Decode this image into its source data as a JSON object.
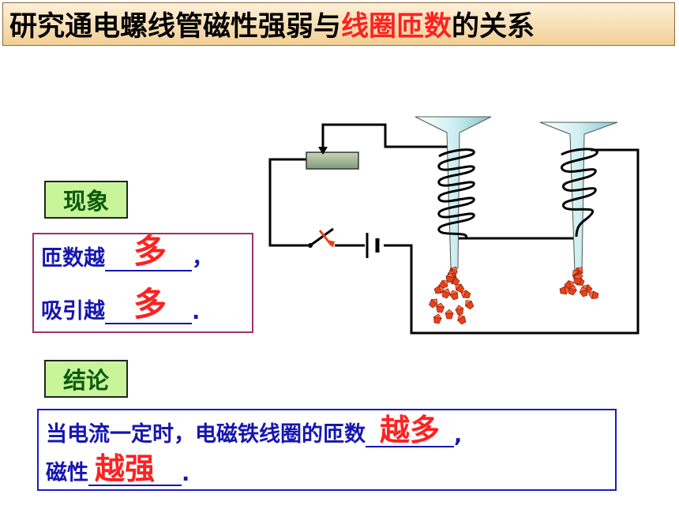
{
  "title": {
    "part1": "研究通电螺线管磁性强弱与",
    "highlight": "线圈匝数",
    "part2": "的关系"
  },
  "phenomenon": {
    "tag": "现象",
    "line1_prefix": "匝数越",
    "line1_answer": "多",
    "line1_suffix": "，",
    "line2_prefix": "吸引越",
    "line2_answer": "多",
    "line2_suffix": "."
  },
  "conclusion": {
    "tag": "结论",
    "line1_prefix": "当电流一定时，电磁铁线圈的匝数",
    "line1_answer": "越多",
    "line1_suffix": ",",
    "line2_prefix": "磁性",
    "line2_answer": "越强",
    "line2_suffix": "."
  },
  "colors": {
    "answer": "#ff2020",
    "text": "#1616b0",
    "tag_bg": "#c9f59a",
    "tag_text": "#0b5a0b",
    "phenomenon_border": "#a0306a",
    "conclusion_border": "#1a1acc"
  }
}
